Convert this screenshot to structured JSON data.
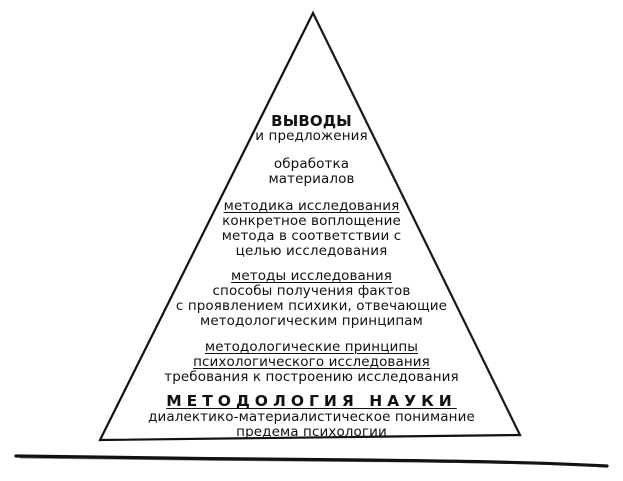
{
  "diagram": {
    "levels": [
      {
        "id": "conclusions",
        "lines": [
          {
            "text": "ВЫВОДЫ",
            "style": "bold",
            "underline": false
          },
          {
            "text": "и предложения",
            "style": "normal",
            "underline": false
          }
        ]
      },
      {
        "id": "processing",
        "lines": [
          {
            "text": "обработка",
            "style": "normal",
            "underline": false
          },
          {
            "text": "материалов",
            "style": "normal",
            "underline": false
          }
        ]
      },
      {
        "id": "research-procedure",
        "lines": [
          {
            "text": "методика исследования",
            "style": "normal",
            "underline": true
          },
          {
            "text": "конкретное воплощение",
            "style": "normal",
            "underline": false
          },
          {
            "text": "метода в соответствии с",
            "style": "normal",
            "underline": false
          },
          {
            "text": "целью исследования",
            "style": "normal",
            "underline": false
          }
        ]
      },
      {
        "id": "research-methods",
        "lines": [
          {
            "text": "методы исследования",
            "style": "normal",
            "underline": true
          },
          {
            "text": "способы получения фактов",
            "style": "normal",
            "underline": false
          },
          {
            "text": "с проявлением психики, отвечающие",
            "style": "normal",
            "underline": false
          },
          {
            "text": "методологическим принципам",
            "style": "normal",
            "underline": false
          }
        ]
      },
      {
        "id": "methodological-principles",
        "lines": [
          {
            "text": "методологические принципы",
            "style": "normal",
            "underline": true
          },
          {
            "text": "психологического исследования",
            "style": "normal",
            "underline": true
          },
          {
            "text": "требования к построению исследования",
            "style": "normal",
            "underline": false
          }
        ]
      },
      {
        "id": "science-methodology",
        "lines": [
          {
            "text": "МЕТОДОЛОГИЯ НАУКИ",
            "style": "spaced",
            "underline": true
          },
          {
            "text": "диалектико-материалистическое понимание",
            "style": "normal",
            "underline": false
          },
          {
            "text": "предема психологии",
            "style": "normal",
            "underline": false
          }
        ]
      }
    ]
  },
  "colors": {
    "ink": "#111111",
    "background": "#ffffff"
  }
}
